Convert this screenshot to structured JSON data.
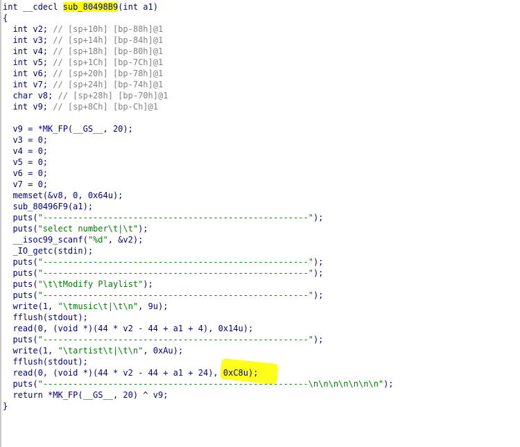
{
  "theme": {
    "text": "#000080",
    "comment": "#808080",
    "string": "#008000",
    "variable": "#5a5aff",
    "highlight": "#ffff00"
  },
  "code": {
    "signature_prefix": "int __cdecl ",
    "function_name": "sub_80498B9",
    "signature_suffix": "(int a1)",
    "open_brace": "{",
    "declarations": [
      {
        "decl": "  int v2; ",
        "comment": "// [sp+10h] [bp-88h]@1"
      },
      {
        "decl": "  int v3; ",
        "comment": "// [sp+14h] [bp-84h]@1"
      },
      {
        "decl": "  int v4; ",
        "comment": "// [sp+18h] [bp-80h]@1"
      },
      {
        "decl": "  int v5; ",
        "comment": "// [sp+1Ch] [bp-7Ch]@1"
      },
      {
        "decl": "  int v6; ",
        "comment": "// [sp+20h] [bp-78h]@1"
      },
      {
        "decl": "  int v7; ",
        "comment": "// [sp+24h] [bp-74h]@1"
      },
      {
        "decl": "  char v8; ",
        "comment": "// [sp+28h] [bp-70h]@1"
      },
      {
        "decl": "  int v9; ",
        "comment": "// [sp+8Ch] [bp-Ch]@1"
      }
    ],
    "line_v9_prefix": "  v9 = *MK_FP(__GS__, 20);",
    "assign_v3": "  v3 = 0;",
    "assign_v4": "  v4 = 0;",
    "assign_v5": "  v5 = 0;",
    "assign_v6": "  v6 = 0;",
    "assign_v7": "  v7 = 0;",
    "memset_line": "  memset(&v8, 0, 0x64u);",
    "sub_call": "  sub_80496F9(a1);",
    "puts_open": "  puts(",
    "close_paren": ");",
    "dash_string": "\"-----------------------------------------------------\"",
    "select_string": "\"select number\\t|\\t\"",
    "scanf_open": "  __isoc99_scanf(",
    "scanf_format": "\"%d\"",
    "scanf_args": ", &v2);",
    "getc_line": "  _IO_getc(stdin);",
    "modify_string": "\"\\t\\tModify Playlist\"",
    "write_open": "  write(1, ",
    "music_string": "\"\\tmusic\\t|\\t\\n\"",
    "write_music_args": ", 9u);",
    "fflush_line": "  fflush(stdout);",
    "read_1": "  read(0, (void *)(44 * v2 - 44 + a1 + 4), 0x14u);",
    "artist_string": "\"\\tartist\\t|\\t\\n\"",
    "write_artist_args": ", 0xAu);",
    "read_2": "  read(0, (void *)(44 * v2 - 44 + a1 + 24), 0xC8u);",
    "final_string": "\"-----------------------------------------------------\\n\\n\\n\\n\\n\\n\\n\"",
    "return_line": "  return *MK_FP(__GS__, 20) ^ v9;",
    "close_brace": "}"
  }
}
